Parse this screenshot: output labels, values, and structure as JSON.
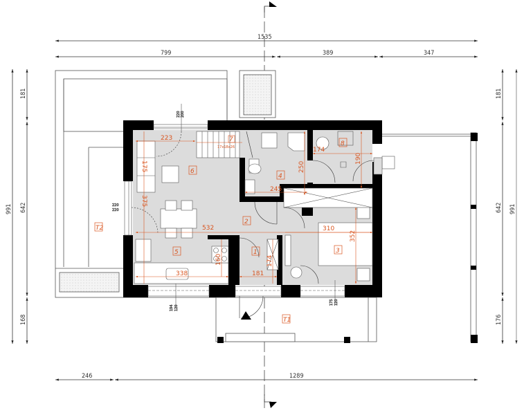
{
  "drawing": {
    "type": "architectural-floor-plan",
    "accent_color": "#d9541e",
    "wall_color": "#000000",
    "floor_fill": "#dcdcdc"
  },
  "overall_dimensions": {
    "top_total": "1535",
    "top_segments": [
      "799",
      "389",
      "347"
    ],
    "bottom_segments": [
      "246",
      "1289"
    ],
    "left_total": "991",
    "left_segments": [
      "181",
      "642",
      "168"
    ],
    "right_total": "991",
    "right_segments": [
      "181",
      "642",
      "176"
    ]
  },
  "rooms": [
    {
      "id": "1",
      "label": "1"
    },
    {
      "id": "2",
      "label": "2"
    },
    {
      "id": "3",
      "label": "3"
    },
    {
      "id": "4",
      "label": "4"
    },
    {
      "id": "5",
      "label": "5"
    },
    {
      "id": "6",
      "label": "6"
    },
    {
      "id": "7",
      "label": "7"
    },
    {
      "id": "8",
      "label": "8"
    },
    {
      "id": "T1",
      "label": "T1"
    },
    {
      "id": "T2",
      "label": "T2"
    }
  ],
  "interior_dimensions": {
    "living_width": "223",
    "living_sofa": "175",
    "living_height": "375",
    "hall_width": "532",
    "kitchen_width": "338",
    "kitchen_counter": "160",
    "bath_width": "245",
    "bath_height": "250",
    "utility_width": "174",
    "utility_height": "190",
    "bedroom_width": "310",
    "bedroom_height": "352",
    "vestibule_width": "181",
    "closet": "174"
  },
  "stair_note": "17x18x26",
  "window_marks": {
    "top_window": [
      "220",
      "200"
    ],
    "left_window": [
      "220",
      "220"
    ],
    "kitchen_window": [
      "194",
      "120"
    ],
    "bedroom_window": [
      "175",
      "120"
    ]
  },
  "section_marker": {
    "symbol": "section-cut"
  }
}
